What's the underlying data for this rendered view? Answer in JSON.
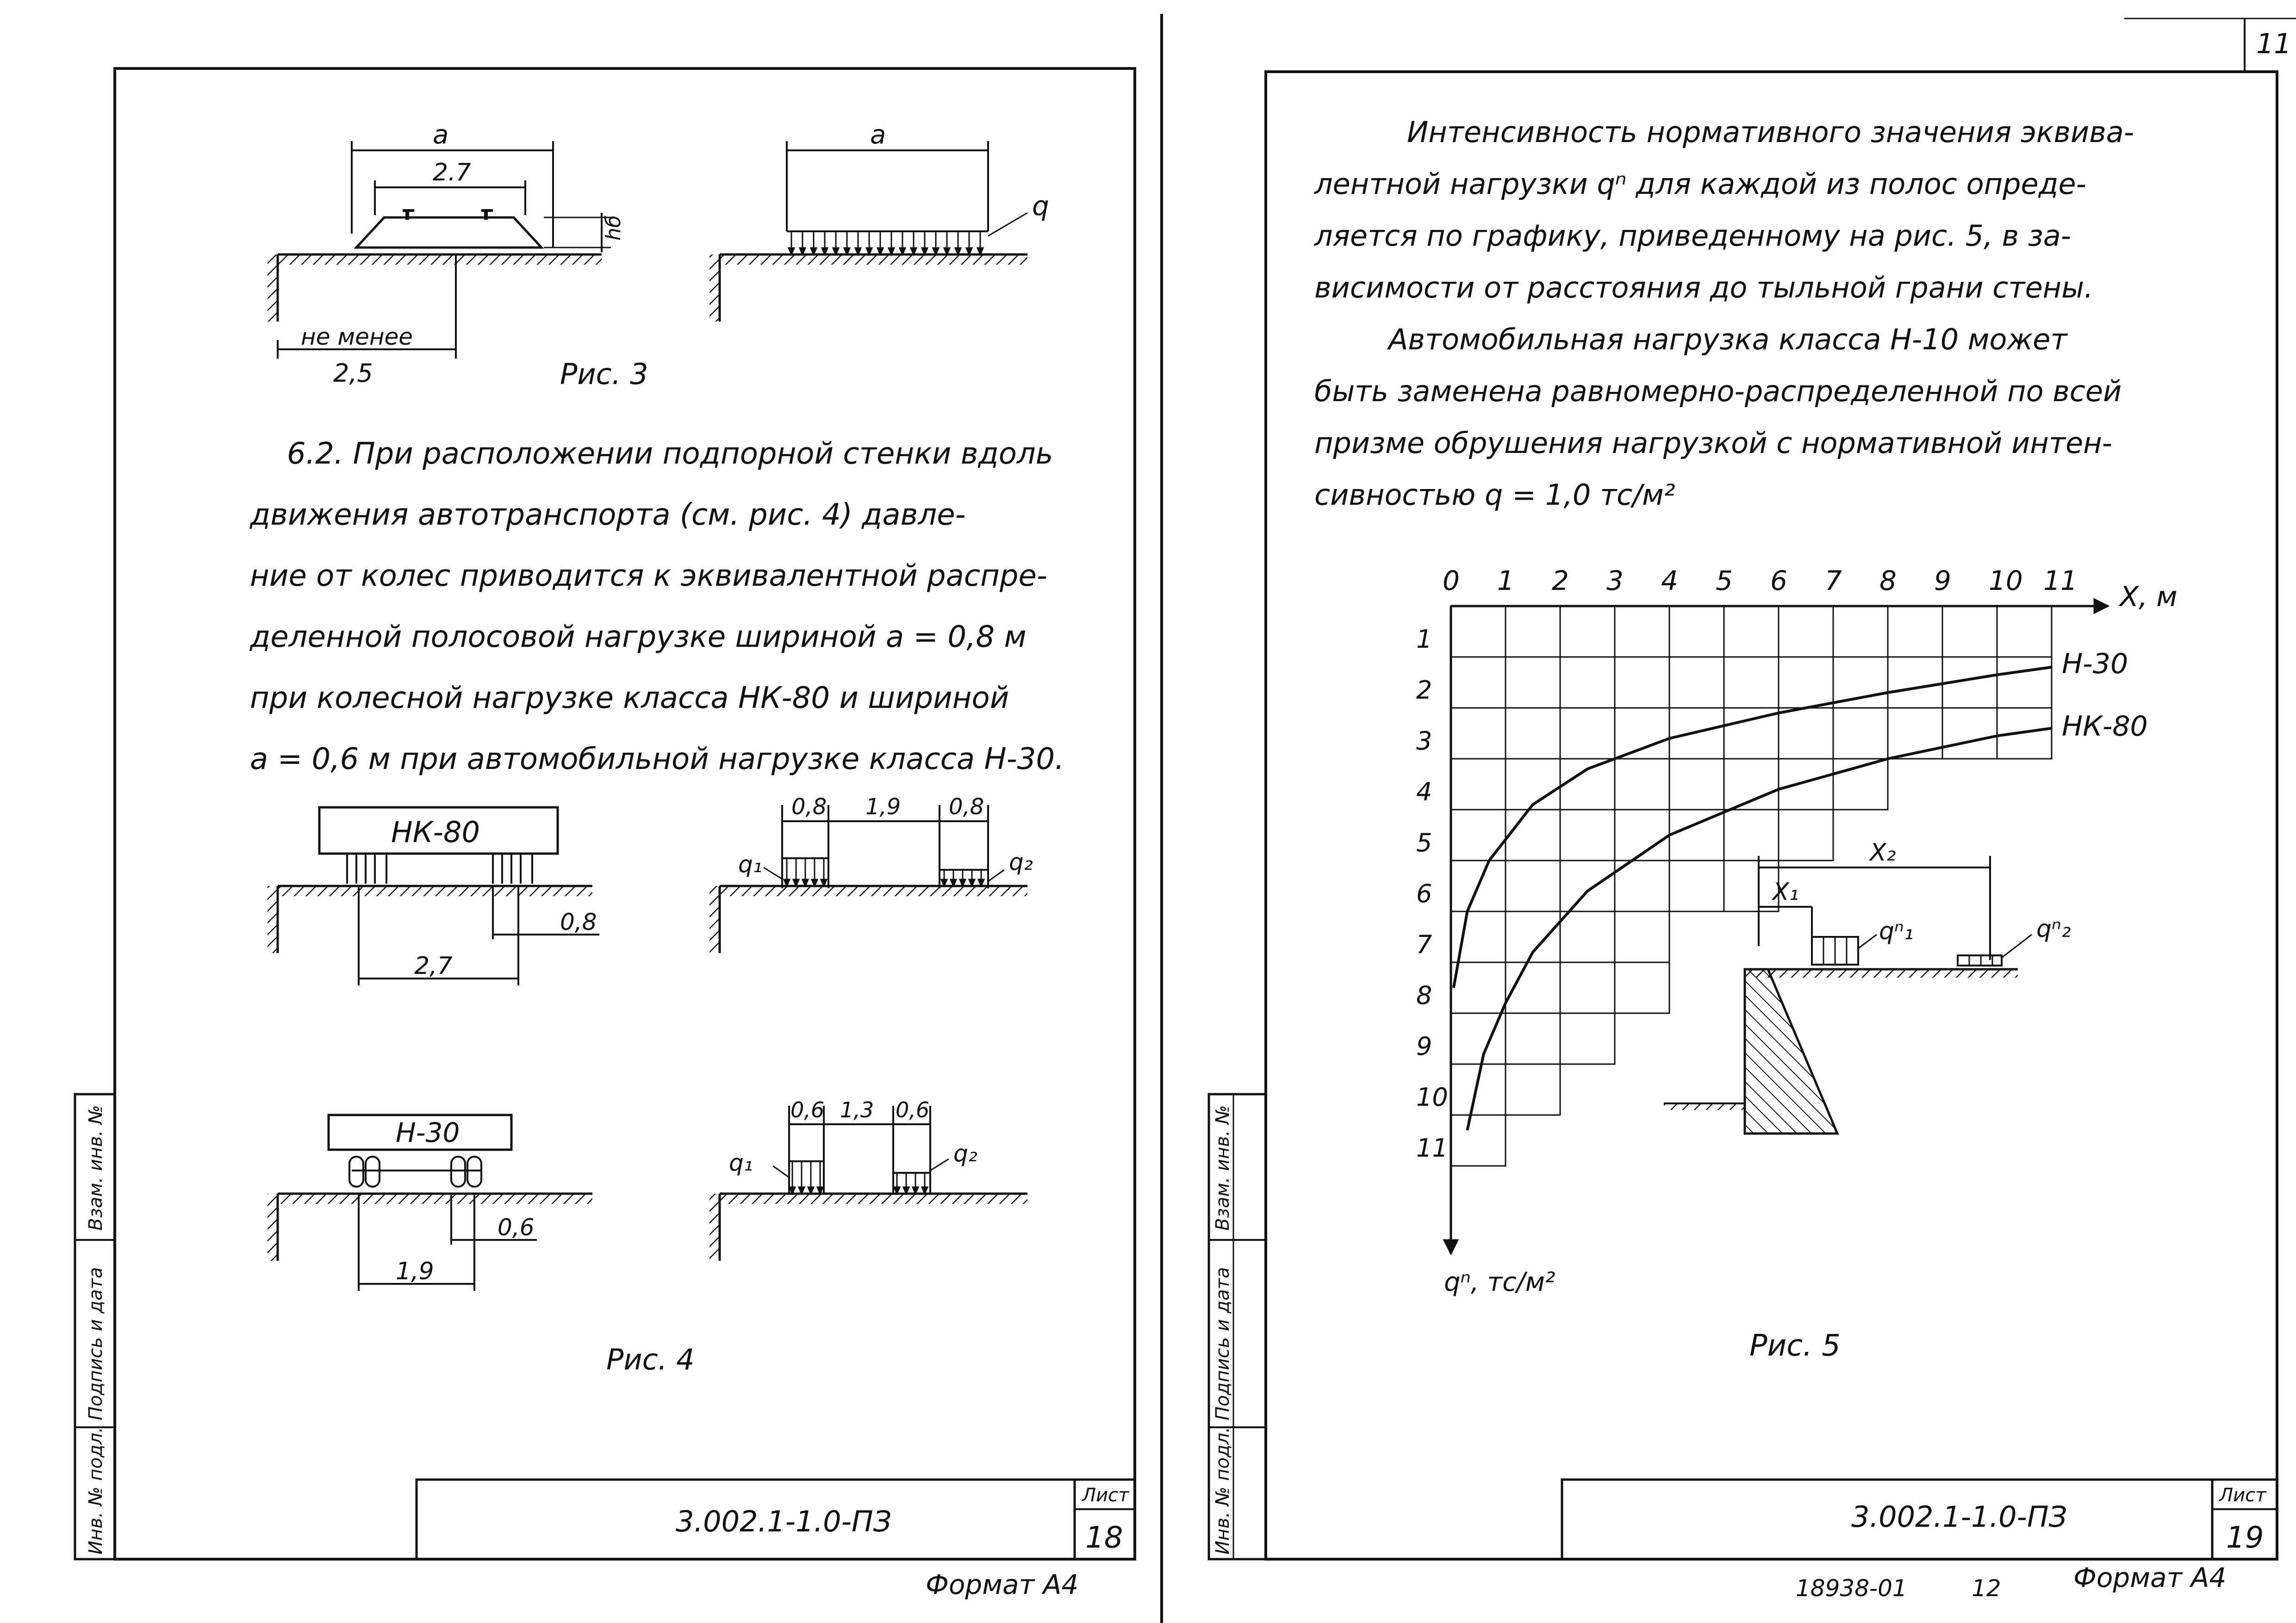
{
  "left_sheet": {
    "fig3": {
      "dim_a": "a",
      "dim_27": "2.7",
      "dim_hb": "hб",
      "label_min": "не менее",
      "dim_25": "2,5",
      "dim_a_right": "a",
      "load_q": "q",
      "caption": "Рис. 3"
    },
    "paragraph": [
      "6.2. При расположении подпорной стенки вдоль",
      "движения автотранспорта (см. рис. 4) давле-",
      "ние от колес приводится к эквивалентной распре-",
      "деленной полосовой нагрузке шириной a = 0,8 м",
      "при колесной нагрузке класса НК-80 и шириной",
      "a = 0,6 м при автомобильной нагрузке класса Н-30."
    ],
    "fig4": {
      "nk80_label": "НК-80",
      "nk80_dim_08": "0,8",
      "nk80_dim_27": "2,7",
      "top_dims": [
        "0,8",
        "1,9",
        "0,8"
      ],
      "q1": "q₁",
      "q2": "q₂",
      "h30_label": "Н-30",
      "h30_dim_06": "0,6",
      "h30_dim_19": "1,9",
      "bottom_dims": [
        "0,6",
        "1,3",
        "0,6"
      ],
      "caption": "Рис. 4"
    },
    "side_stamp": [
      "Инв. № подл.",
      "Подпись и дата",
      "Взам. инв. №"
    ],
    "doc_code": "3.002.1-1.0-ПЗ",
    "sheet_label": "Лист",
    "sheet_number": "18",
    "format": "Формат А4"
  },
  "right_sheet": {
    "corner_number": "11",
    "paragraph": [
      "Интенсивность нормативного значения эквива-",
      "лентной нагрузки qⁿ для каждой из полос опреде-",
      "ляется по графику, приведенному на рис. 5, в за-",
      "висимости от расстояния до тыльной грани стены.",
      "Автомобильная нагрузка класса Н-10 может",
      "быть заменена равномерно-распределенной по всей",
      "призме обрушения нагрузкой с нормативной интен-",
      "сивностью q = 1,0 тс/м²"
    ],
    "chart": {
      "x_ticks": [
        "0",
        "1",
        "2",
        "3",
        "4",
        "5",
        "6",
        "7",
        "8",
        "9",
        "10",
        "11"
      ],
      "x_axis_label": "X, м",
      "y_ticks": [
        "1",
        "2",
        "3",
        "4",
        "5",
        "6",
        "7",
        "8",
        "9",
        "10",
        "11"
      ],
      "y_axis_label": "qⁿ, тс/м²",
      "series_h30": "Н-30",
      "series_nk80": "НК-80",
      "inset_x1": "X₁",
      "inset_x2": "X₂",
      "inset_q1": "qⁿ₁",
      "inset_q2": "qⁿ₂",
      "caption": "Рис. 5"
    },
    "side_stamp": [
      "Инв. № подл.",
      "Подпись и дата",
      "Взам. инв. №"
    ],
    "doc_code": "3.002.1-1.0-ПЗ",
    "sheet_label": "Лист",
    "sheet_number": "19",
    "footer_id": "18938-01",
    "footer_page": "12",
    "format": "Формат А4"
  },
  "chart_data": {
    "type": "line",
    "title": "",
    "xlabel": "X, м",
    "ylabel": "qⁿ, тс/м²",
    "xlim": [
      0,
      11
    ],
    "ylim": [
      11,
      0
    ],
    "grid": true,
    "series": [
      {
        "name": "Н-30",
        "x": [
          0.05,
          0.3,
          0.7,
          1.5,
          2.5,
          4,
          6,
          8,
          10,
          11
        ],
        "y": [
          7.5,
          6.0,
          5.0,
          3.9,
          3.2,
          2.6,
          2.1,
          1.7,
          1.35,
          1.2
        ]
      },
      {
        "name": "НК-80",
        "x": [
          0.3,
          0.6,
          1.0,
          1.5,
          2.5,
          4,
          6,
          8,
          10,
          11
        ],
        "y": [
          10.3,
          8.8,
          7.8,
          6.8,
          5.6,
          4.5,
          3.6,
          3.0,
          2.55,
          2.4
        ]
      }
    ]
  }
}
